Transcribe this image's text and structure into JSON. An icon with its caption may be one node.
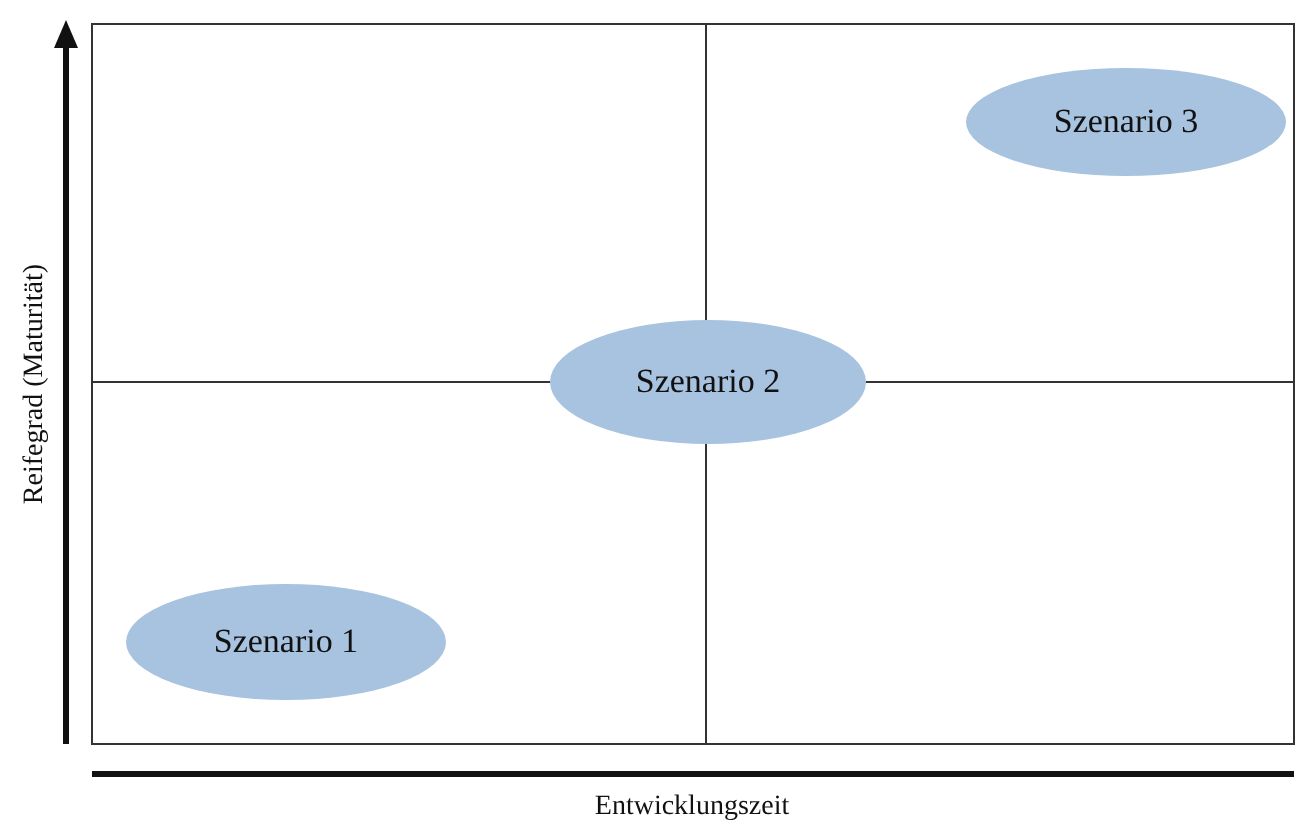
{
  "diagram": {
    "nodes": [
      {
        "text": [
          "Szenario 3"
        ]
      },
      {
        "text": [
          "Szenario 2"
        ]
      },
      {
        "text": [
          "Szenario 1"
        ]
      }
    ],
    "labels": [
      "Reifegrad (Maturität)",
      "Entwicklungszeit"
    ]
  }
}
